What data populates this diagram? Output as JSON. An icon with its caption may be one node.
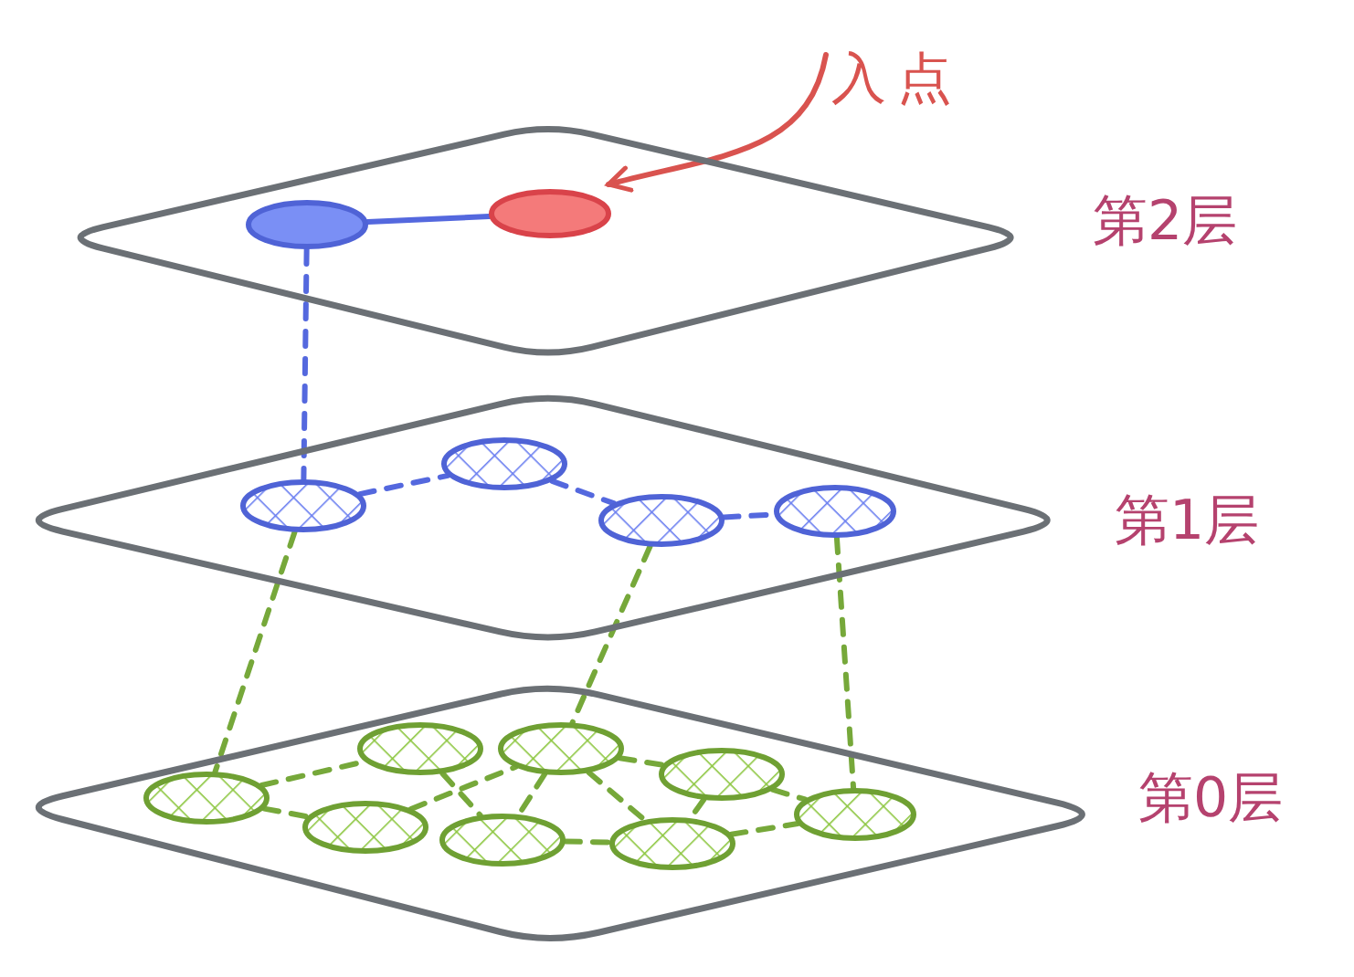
{
  "diagram": {
    "nodes": [
      {
        "text": [
          "入点"
        ]
      },
      {
        "text": [
          "第2层"
        ]
      },
      {
        "text": [],
        "shape": "circle",
        "in": 1
      },
      {
        "text": [],
        "shape": "circle",
        "in": 1
      },
      {
        "text": [
          "第1层"
        ]
      },
      {
        "text": [],
        "shape": "circle",
        "in": 4
      },
      {
        "text": [],
        "shape": "circle",
        "in": 4
      },
      {
        "text": [],
        "shape": "circle",
        "in": 4
      },
      {
        "text": [],
        "shape": "circle",
        "in": 4
      },
      {
        "text": [
          "第0层"
        ]
      },
      {
        "text": [],
        "shape": "circle",
        "in": 9
      },
      {
        "text": [],
        "shape": "circle",
        "in": 9
      },
      {
        "text": [],
        "shape": "circle",
        "in": 9
      },
      {
        "text": [],
        "shape": "circle",
        "in": 9
      },
      {
        "text": [],
        "shape": "circle",
        "in": 9
      },
      {
        "text": [],
        "shape": "circle",
        "in": 9
      },
      {
        "text": [],
        "shape": "circle",
        "in": 9
      },
      {
        "text": [],
        "shape": "circle",
        "in": 9
      }
    ],
    "edges": [
      {
        "from": 0,
        "to": 3,
        "arrow": "to",
        "color": "#d9534f"
      },
      {
        "from": 2,
        "to": 3,
        "arrow": "none",
        "color": "#5468de"
      },
      {
        "from": 2,
        "to": 5,
        "arrow": "none",
        "style": "dashed",
        "color": "#5468de"
      },
      {
        "from": 5,
        "to": 6,
        "arrow": "none",
        "style": "dashed",
        "color": "#5468de"
      },
      {
        "from": 6,
        "to": 7,
        "arrow": "none",
        "style": "dashed",
        "color": "#5468de"
      },
      {
        "from": 7,
        "to": 8,
        "arrow": "none",
        "style": "dashed",
        "color": "#5468de"
      },
      {
        "from": 5,
        "to": 10,
        "arrow": "none",
        "style": "dashed"
      },
      {
        "from": 7,
        "to": 14,
        "arrow": "none",
        "style": "dashed"
      },
      {
        "from": 8,
        "to": 17,
        "arrow": "none",
        "style": "dashed"
      },
      {
        "from": 10,
        "to": 12,
        "arrow": "none",
        "style": "dashed"
      },
      {
        "from": 10,
        "to": 11,
        "arrow": "none",
        "style": "dashed"
      },
      {
        "from": 12,
        "to": 13,
        "arrow": "none",
        "style": "dashed"
      },
      {
        "from": 11,
        "to": 14,
        "arrow": "none",
        "style": "dashed"
      },
      {
        "from": 14,
        "to": 16,
        "arrow": "none",
        "style": "dashed"
      },
      {
        "from": 14,
        "to": 15,
        "arrow": "none",
        "style": "dashed"
      },
      {
        "from": 14,
        "to": 13,
        "arrow": "none",
        "style": "dashed"
      },
      {
        "from": 16,
        "to": 17,
        "arrow": "none",
        "style": "dashed"
      },
      {
        "from": 15,
        "to": 17,
        "arrow": "none",
        "style": "dashed"
      },
      {
        "from": 13,
        "to": 15,
        "arrow": "none",
        "style": "dashed"
      },
      {
        "from": 16,
        "to": 15,
        "arrow": "none",
        "style": "dashed"
      }
    ]
  }
}
